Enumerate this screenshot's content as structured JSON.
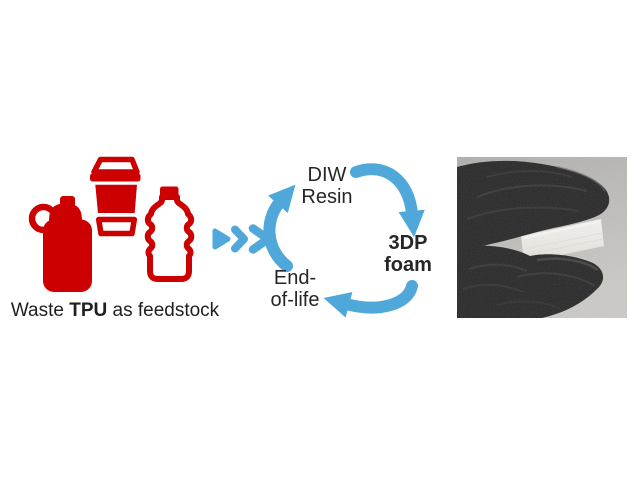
{
  "figure": {
    "caption": {
      "prefix": "Waste ",
      "material": "TPU",
      "suffix": " as feedstock"
    },
    "cycle": {
      "resin": {
        "line1": "DIW",
        "line2": "Resin"
      },
      "foam": {
        "line1": "3DP",
        "line2": "foam"
      },
      "end_of_life": {
        "line1": "End-",
        "line2": "of-life"
      }
    }
  },
  "icons": {
    "waste_group": [
      "carabiner-water-bottle-icon",
      "coffee-cup-icon",
      "plastic-bottle-icon"
    ],
    "flow": "triple-chevron-arrow-icon",
    "cycle_arrows": [
      "arrow-resin-to-foam-icon",
      "arrow-foam-to-endoflife-icon",
      "arrow-endoflife-to-resin-icon"
    ],
    "photo": "black-gloved-hand-bending-white-foam-strip"
  },
  "colors": {
    "background": "#ffffff",
    "icon_red": "#cc0000",
    "arrow_blue": "#4fa8d9",
    "text": "#242424",
    "photo_background_top": "#b0afab",
    "photo_background_bottom": "#cbcac6",
    "glove": "#272727",
    "foam_strip": "#edebe6"
  }
}
